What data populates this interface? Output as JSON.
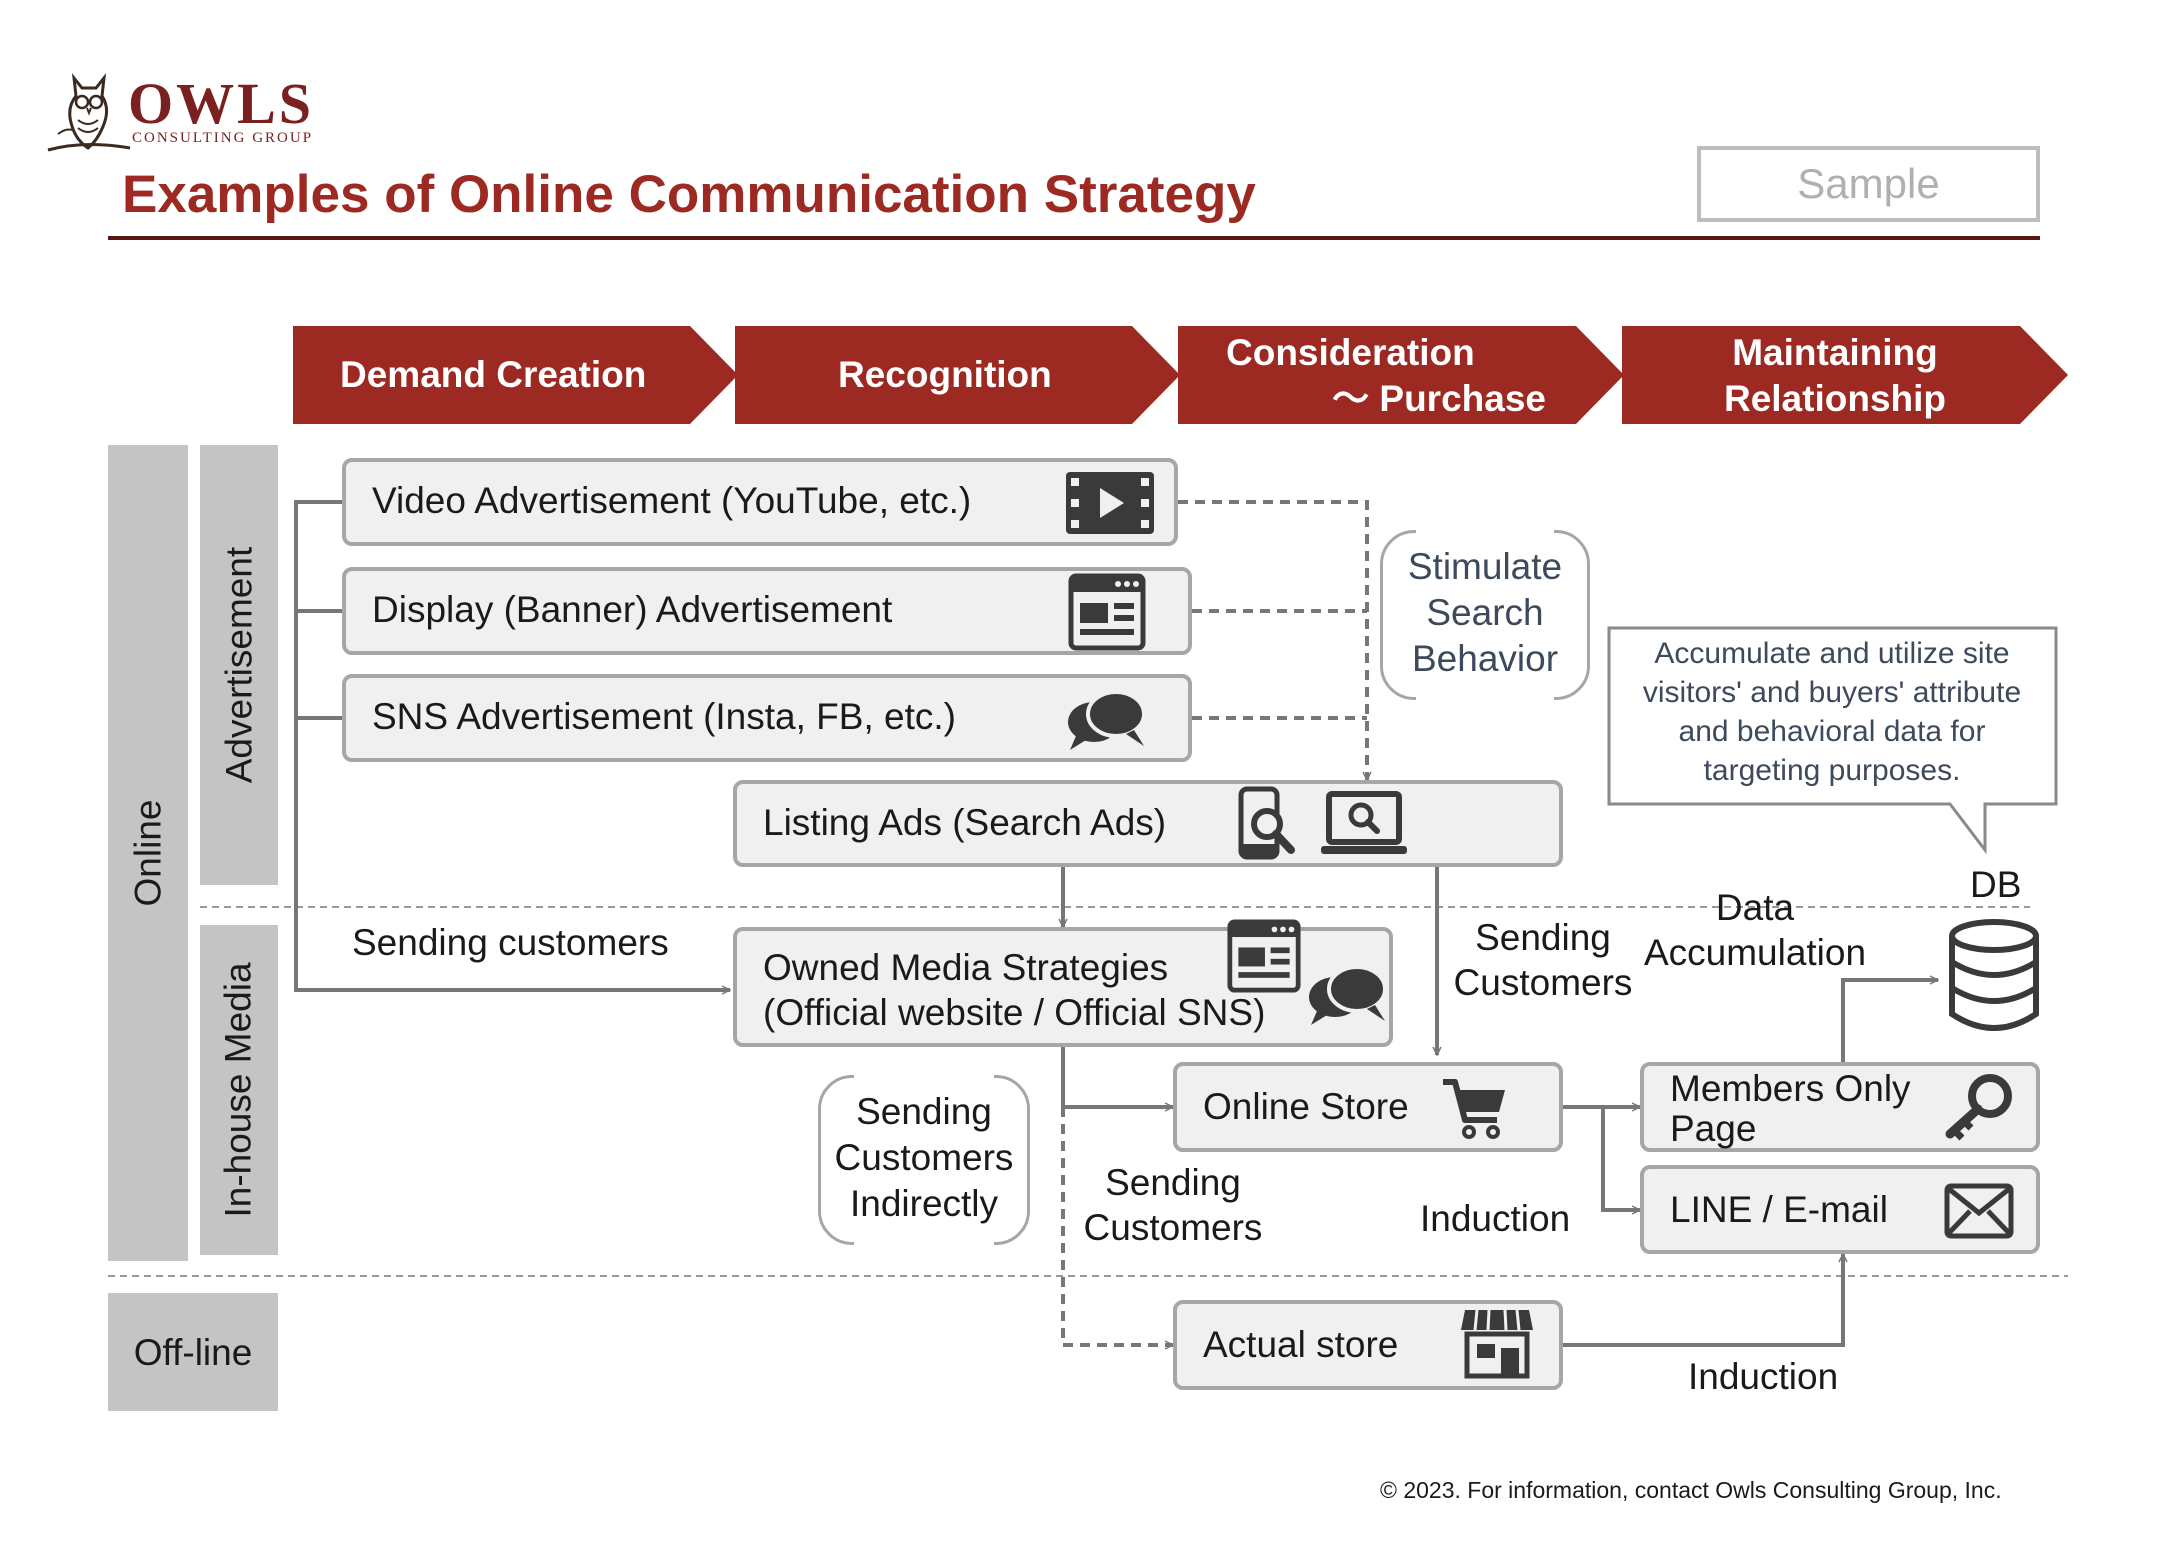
{
  "logo": {
    "name": "OWLS",
    "sub": "CONSULTING GROUP"
  },
  "title": "Examples of Online Communication Strategy",
  "sample_label": "Sample",
  "stages": [
    {
      "line1": "Demand Creation",
      "line2": ""
    },
    {
      "line1": "Recognition",
      "line2": ""
    },
    {
      "line1": "Consideration",
      "line2": "～ Purchase"
    },
    {
      "line1": "Maintaining",
      "line2": "Relationship"
    }
  ],
  "sides": {
    "online": "Online",
    "advertisement": "Advertisement",
    "inhouse": "In-house Media",
    "offline": "Off-line"
  },
  "boxes": {
    "video": "Video Advertisement (YouTube, etc.)",
    "display": "Display (Banner) Advertisement",
    "sns": "SNS Advertisement (Insta, FB, etc.)",
    "listing": "Listing Ads (Search Ads)",
    "owned_line1": "Owned Media Strategies",
    "owned_line2": "(Official website / Official SNS)",
    "online_store": "Online Store",
    "members_line1": "Members Only",
    "members_line2": "Page",
    "line_email": "LINE / E-mail",
    "actual_store": "Actual store"
  },
  "labels": {
    "stimulate": [
      "Stimulate",
      "Search",
      "Behavior"
    ],
    "callout": [
      "Accumulate and utilize site",
      "visitors' and buyers' attribute",
      "and behavioral data for",
      "targeting purposes."
    ],
    "db": "DB",
    "sending_customers": "Sending customers",
    "sending_customers_2": [
      "Sending",
      "Customers"
    ],
    "data_accumulation": [
      "Data",
      "Accumulation"
    ],
    "sending_indirectly": [
      "Sending",
      "Customers",
      "Indirectly"
    ],
    "sending_customers_3": [
      "Sending",
      "Customers"
    ],
    "induction_1": "Induction",
    "induction_2": "Induction"
  },
  "footer": "© 2023. For information, contact Owls Consulting Group, Inc.",
  "colors": {
    "brand": "#9c2a22",
    "stage_arrow": "#9c2a22",
    "box_border": "#a6a6a6",
    "side_panel": "#c4c4c4",
    "connector": "#777777"
  },
  "icons": [
    "owl-logo-icon",
    "video-icon",
    "banner-icon",
    "chat-bubbles-icon",
    "mobile-search-icon",
    "laptop-search-icon",
    "browser-icon",
    "cart-icon",
    "key-icon",
    "mail-icon",
    "store-icon",
    "database-icon"
  ]
}
